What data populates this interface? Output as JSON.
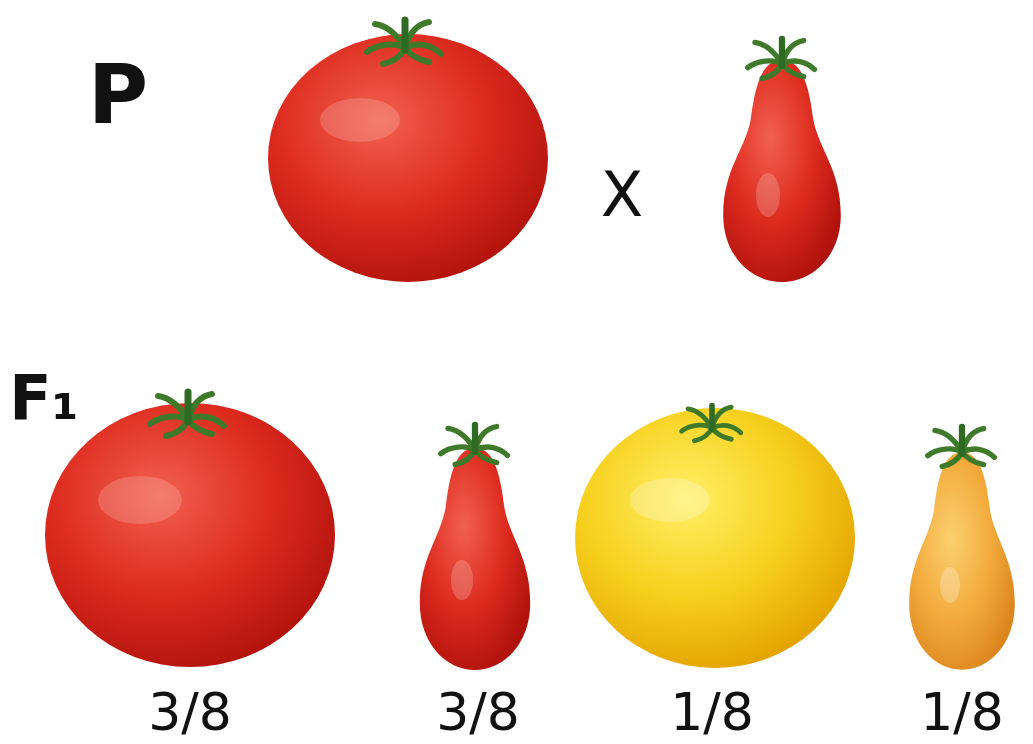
{
  "diagram": {
    "labels": [
      "P",
      "X",
      "F₁",
      "3/8",
      "3/8",
      "1/8",
      "1/8"
    ]
  }
}
